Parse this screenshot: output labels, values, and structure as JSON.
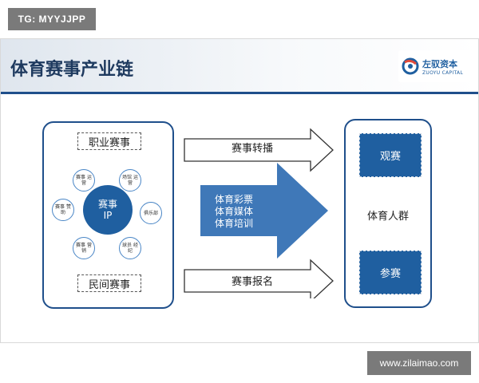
{
  "watermark_top": "TG: MYYJJPP",
  "watermark_bottom": "www.zilaimao.com",
  "slide": {
    "title": "体育赛事产业链",
    "logo": {
      "cn": "左驭资本",
      "en": "ZUOYU CAPITAL",
      "mark": "zuoyu-logo-icon"
    }
  },
  "left_panel": {
    "top_label": "职业赛事",
    "bottom_label": "民间赛事",
    "center": {
      "line1": "赛事",
      "line2": "IP"
    },
    "satellites": [
      {
        "text": "赛事 运营"
      },
      {
        "text": "场馆 运营"
      },
      {
        "text": "俱乐部"
      },
      {
        "text": "球员 经纪"
      },
      {
        "text": "赛事 营销"
      },
      {
        "text": "赛事 赞助"
      }
    ]
  },
  "arrows": {
    "top_label": "赛事转播",
    "big_lines": [
      "体育彩票",
      "体育媒体",
      "体育培训"
    ],
    "bottom_label": "赛事报名"
  },
  "right_panel": {
    "top_box": "观赛",
    "middle": "体育人群",
    "bottom_box": "参赛"
  },
  "colors": {
    "primary_blue": "#1f5fa0",
    "dark_blue": "#1f4f8b",
    "light_blue_arrow": "#4a86c6"
  }
}
